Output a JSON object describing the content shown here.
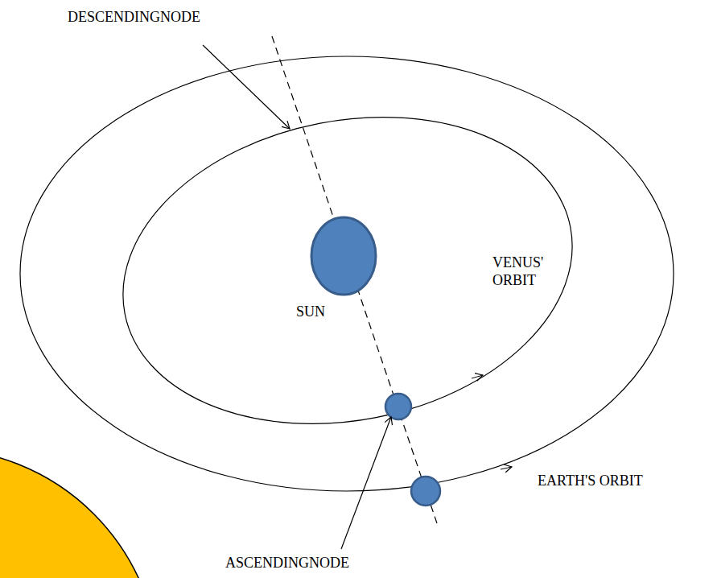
{
  "diagram": {
    "labels": [
      "DESCENDINGNODE",
      "VENUS' ORBIT",
      "SUN",
      "EARTH'S ORBIT",
      "ASCENDINGNODE"
    ]
  }
}
